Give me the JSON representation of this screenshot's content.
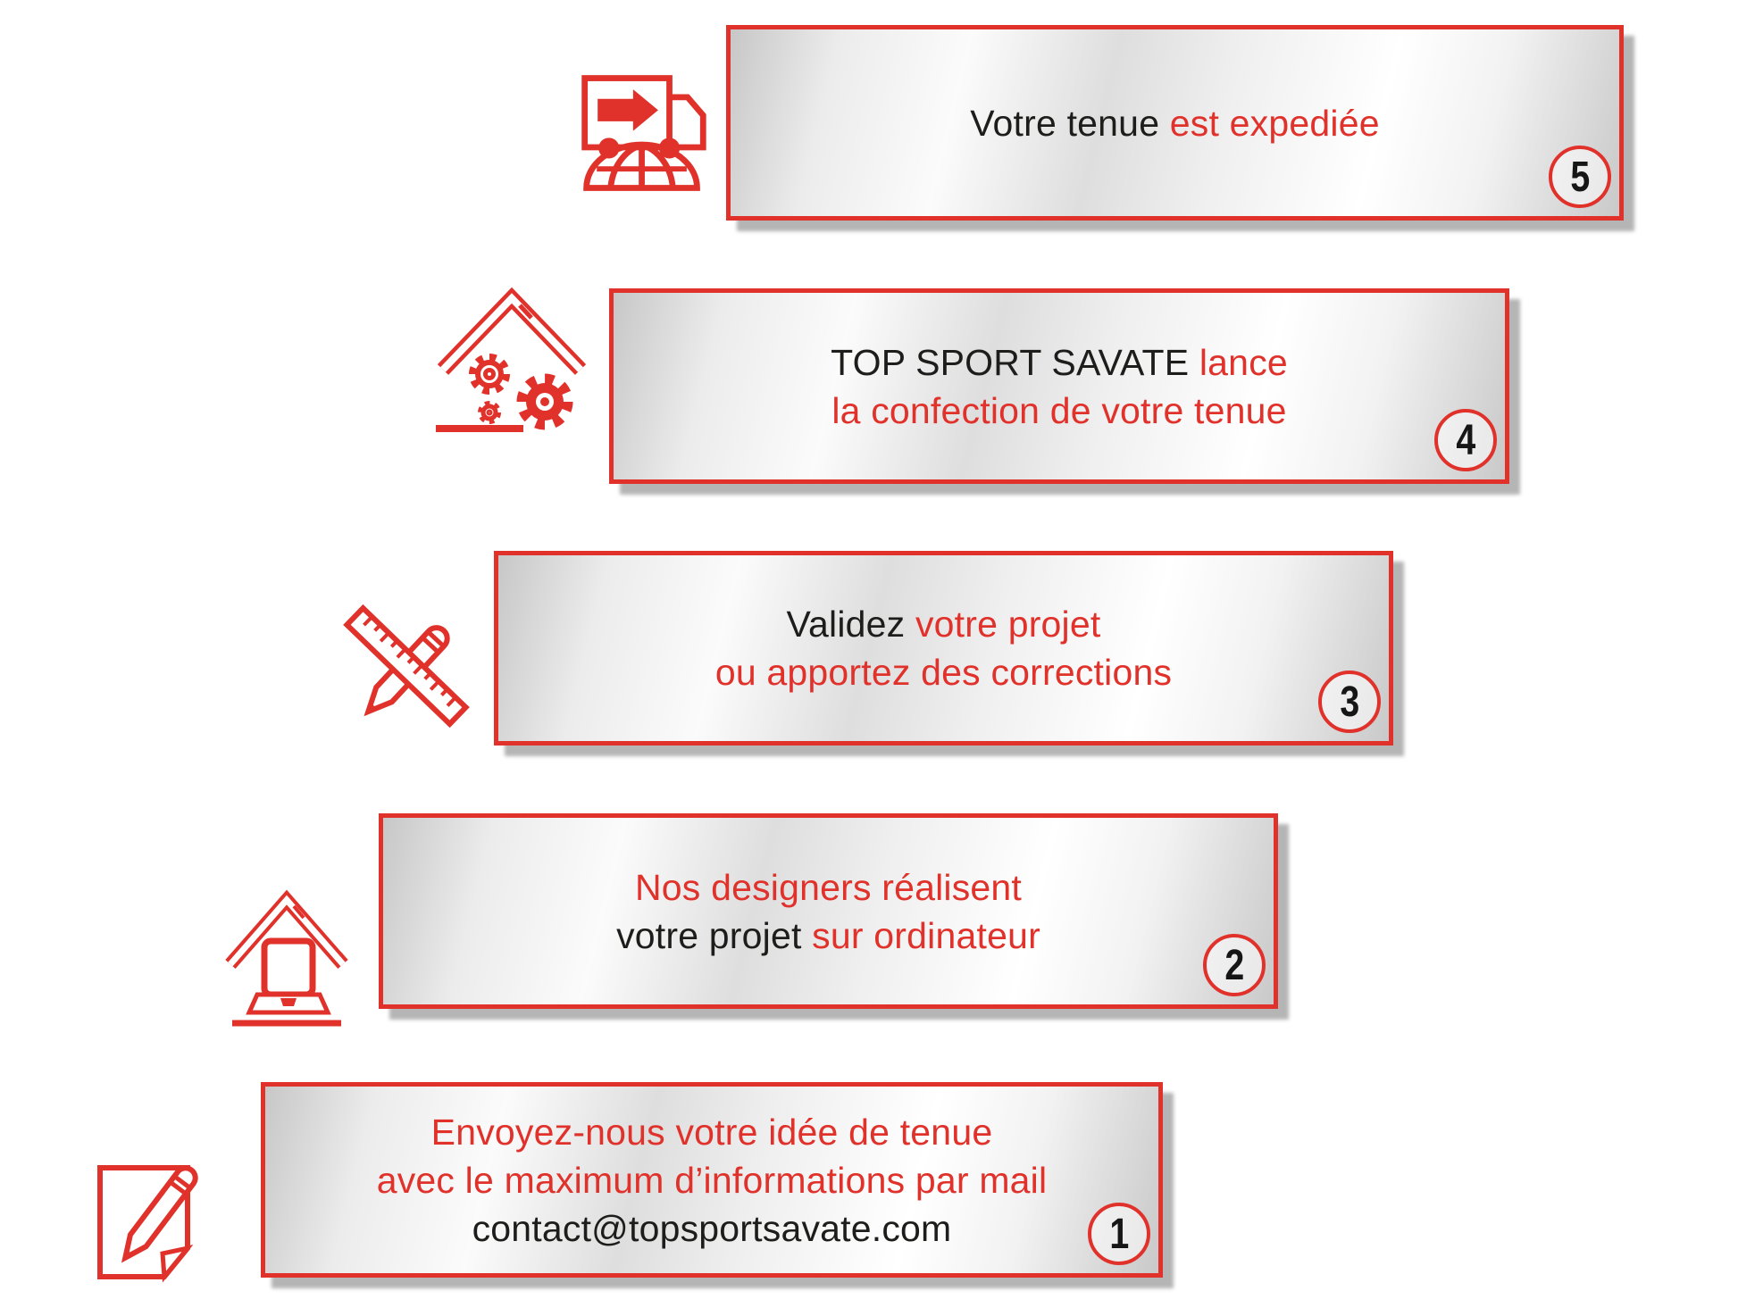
{
  "colors": {
    "accent_red": "#e0312a",
    "text_black": "#1d1d1b",
    "panel_silver": "#d9d9d9",
    "shadow_gray": "#b5b5b5"
  },
  "steps": [
    {
      "number": "1",
      "icon": "note-pencil-icon",
      "lines": [
        {
          "segments": [
            {
              "text": "Envoyez-nous votre idée de tenue",
              "color": "red"
            }
          ]
        },
        {
          "segments": [
            {
              "text": "avec le maximum d’informations par mail",
              "color": "red"
            }
          ]
        },
        {
          "segments": [
            {
              "text": "contact@topsportsavate.com",
              "color": "black"
            }
          ]
        }
      ]
    },
    {
      "number": "2",
      "icon": "laptop-house-icon",
      "lines": [
        {
          "segments": [
            {
              "text": "Nos designers réalisent",
              "color": "red"
            }
          ]
        },
        {
          "segments": [
            {
              "text": "votre projet ",
              "color": "black"
            },
            {
              "text": "sur ordinateur",
              "color": "red"
            }
          ]
        }
      ]
    },
    {
      "number": "3",
      "icon": "ruler-pencil-icon",
      "lines": [
        {
          "segments": [
            {
              "text": "Validez ",
              "color": "black"
            },
            {
              "text": "votre projet",
              "color": "red"
            }
          ]
        },
        {
          "segments": [
            {
              "text": "ou apportez des corrections",
              "color": "red"
            }
          ]
        }
      ]
    },
    {
      "number": "4",
      "icon": "workshop-gears-icon",
      "lines": [
        {
          "segments": [
            {
              "text": "TOP SPORT SAVATE ",
              "color": "black"
            },
            {
              "text": "lance",
              "color": "red"
            }
          ]
        },
        {
          "segments": [
            {
              "text": "la confection de votre tenue",
              "color": "red"
            }
          ]
        }
      ]
    },
    {
      "number": "5",
      "icon": "delivery-truck-globe-icon",
      "lines": [
        {
          "segments": [
            {
              "text": "Votre tenue ",
              "color": "black"
            },
            {
              "text": "est expediée",
              "color": "red"
            }
          ]
        }
      ]
    }
  ]
}
